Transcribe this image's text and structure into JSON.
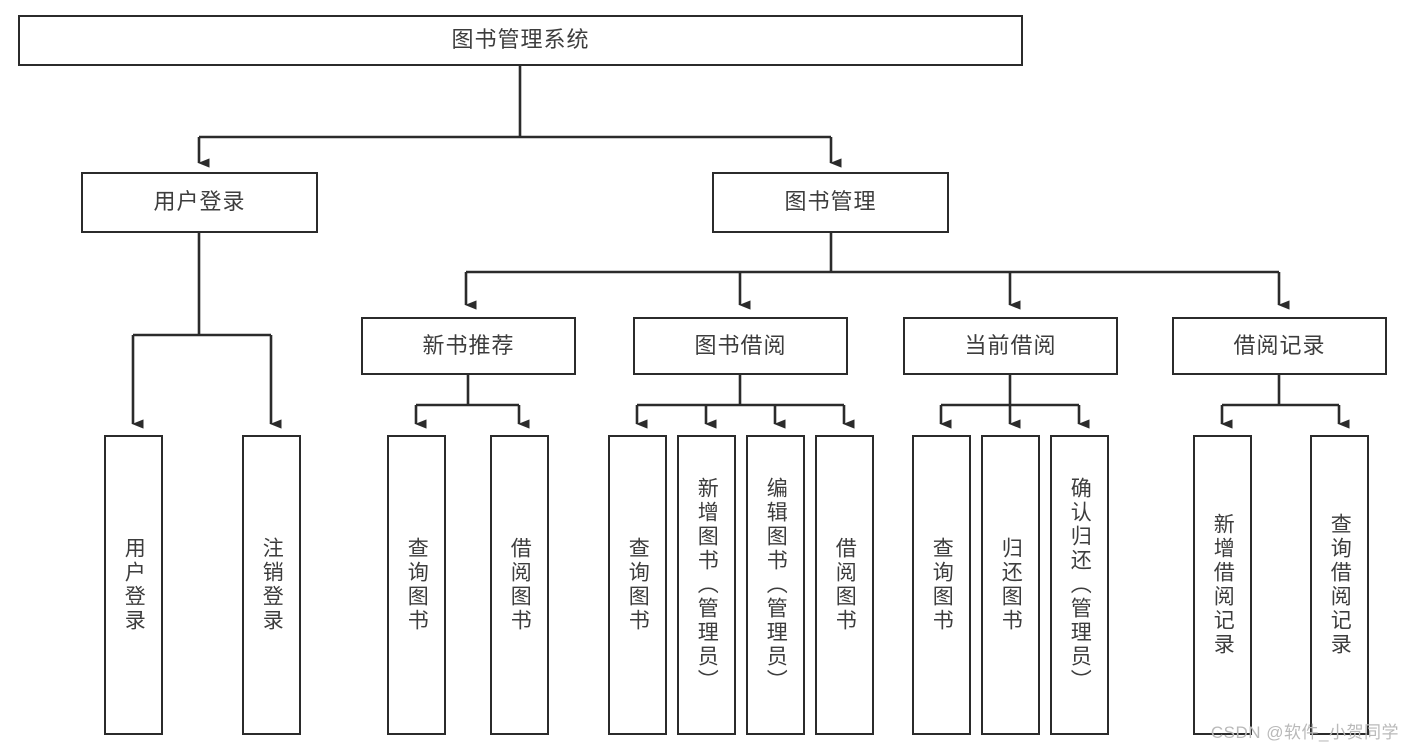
{
  "diagram": {
    "title": "图书管理系统",
    "type": "tree-hierarchy-diagram",
    "colors": {
      "background": "#ffffff",
      "box_border": "#2b2b2b",
      "box_fill": "#ffffff",
      "text": "#3d3d3d",
      "connector": "#2b2b2b",
      "watermark": "#b9b9b9"
    },
    "root": {
      "label": "图书管理系统"
    },
    "level2": [
      {
        "label": "用户登录"
      },
      {
        "label": "图书管理"
      }
    ],
    "level3": [
      {
        "label": "新书推荐"
      },
      {
        "label": "图书借阅"
      },
      {
        "label": "当前借阅"
      },
      {
        "label": "借阅记录"
      }
    ],
    "leaves": {
      "user_login": [
        {
          "label": "用户登录"
        },
        {
          "label": "注销登录"
        }
      ],
      "new_book_recommend": [
        {
          "label": "查询图书"
        },
        {
          "label": "借阅图书"
        }
      ],
      "book_borrow": [
        {
          "label": "查询图书"
        },
        {
          "label": "新增图书（管理员）"
        },
        {
          "label": "编辑图书（管理员）"
        },
        {
          "label": "借阅图书"
        }
      ],
      "current_borrow": [
        {
          "label": "查询图书"
        },
        {
          "label": "归还图书"
        },
        {
          "label": "确认归还（管理员）"
        }
      ],
      "borrow_record": [
        {
          "label": "新增借阅记录"
        },
        {
          "label": "查询借阅记录"
        }
      ]
    }
  },
  "watermark": {
    "text": "CSDN @软件_小贺同学"
  }
}
